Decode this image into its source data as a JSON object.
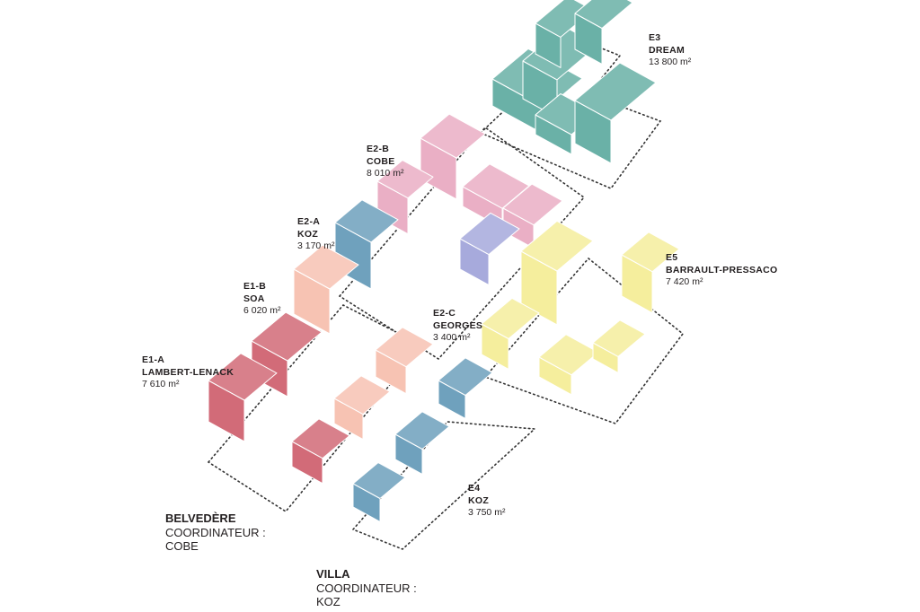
{
  "colors": {
    "E1-A": "#d26b78",
    "E1-B": "#f7c3b3",
    "E2-A": "#6fa1bd",
    "E2-B": "#eaafc5",
    "E2-C": "#a7aadc",
    "E3": "#6ab1a7",
    "E4": "#6fa1bd",
    "E5": "#f5ee9d",
    "outline": "#333333"
  },
  "plots": [
    {
      "id": "E3",
      "name": "DREAM",
      "area": "13 800 m²"
    },
    {
      "id": "E2-B",
      "name": "COBE",
      "area": "8 010 m²"
    },
    {
      "id": "E2-A",
      "name": "KOZ",
      "area": "3 170 m²"
    },
    {
      "id": "E5",
      "name": "BARRAULT-PRESSACO",
      "area": "7 420 m²"
    },
    {
      "id": "E1-B",
      "name": "SOA",
      "area": "6 020 m²"
    },
    {
      "id": "E2-C",
      "name": "GEORGES",
      "area": "3 400 m²"
    },
    {
      "id": "E1-A",
      "name": "LAMBERT-LENACK",
      "area": "7 610 m²"
    },
    {
      "id": "E4",
      "name": "KOZ",
      "area": "3 750 m²"
    }
  ],
  "coordinators": [
    {
      "name": "BELVEDÈRE",
      "line1": "COORDINATEUR :",
      "line2": "COBE"
    },
    {
      "name": "VILLA",
      "line1": "COORDINATEUR :",
      "line2": "KOZ"
    }
  ]
}
